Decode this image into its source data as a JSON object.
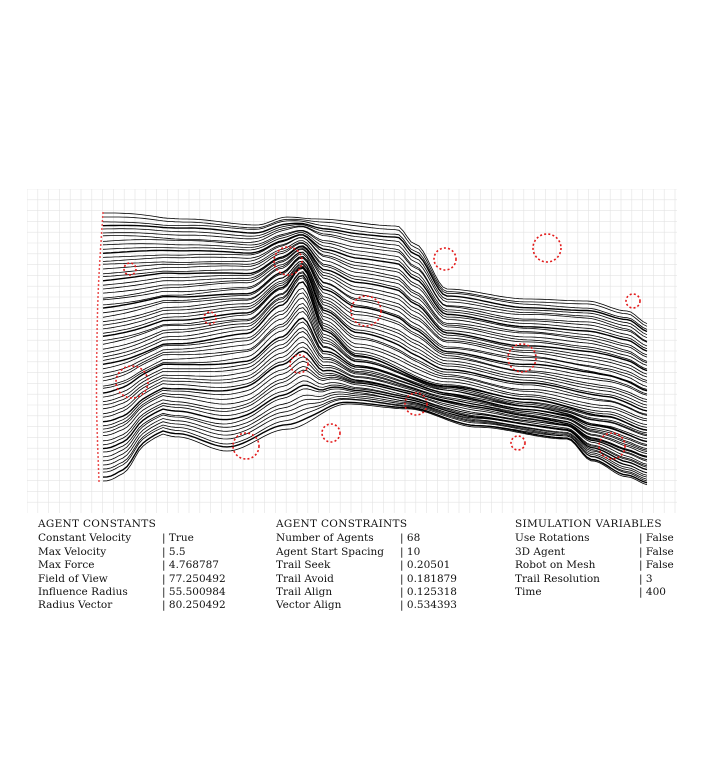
{
  "colors": {
    "grid": "#e3e3e3",
    "trail": "#000000",
    "attractor": "#e31b1b"
  },
  "panels": {
    "agent_constants": {
      "title": "AGENT CONSTANTS",
      "rows": [
        {
          "key": "Constant Velocity",
          "value": "True"
        },
        {
          "key": "Max Velocity",
          "value": "5.5"
        },
        {
          "key": "Max Force",
          "value": "4.768787"
        },
        {
          "key": "Field of View",
          "value": "77.250492"
        },
        {
          "key": "Influence Radius",
          "value": "55.500984"
        },
        {
          "key": "Radius Vector",
          "value": "80.250492"
        }
      ]
    },
    "agent_constraints": {
      "title": "AGENT CONSTRAINTS",
      "rows": [
        {
          "key": "Number of Agents",
          "value": "68"
        },
        {
          "key": "Agent Start Spacing",
          "value": "10"
        },
        {
          "key": "Trail Seek",
          "value": "0.20501"
        },
        {
          "key": "Trail Avoid",
          "value": "0.181879"
        },
        {
          "key": "Trail Align",
          "value": "0.125318"
        },
        {
          "key": "Vector Align",
          "value": "0.534393"
        }
      ]
    },
    "simulation_variables": {
      "title": "SIMULATION VARIABLES",
      "rows": [
        {
          "key": "Use Rotations",
          "value": "False"
        },
        {
          "key": "3D Agent",
          "value": "False"
        },
        {
          "key": "Robot on Mesh",
          "value": "False"
        },
        {
          "key": "Trail Resolution",
          "value": "3"
        },
        {
          "key": "Time",
          "value": "400"
        }
      ]
    }
  }
}
